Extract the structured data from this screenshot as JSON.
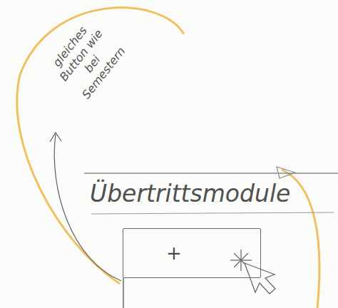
{
  "diagram": {
    "nodes": [
      {
        "text": [
          "+"
        ]
      }
    ],
    "labels": [
      "gleiches Button wie bei Semestern",
      "Übertrittsmodule"
    ]
  }
}
